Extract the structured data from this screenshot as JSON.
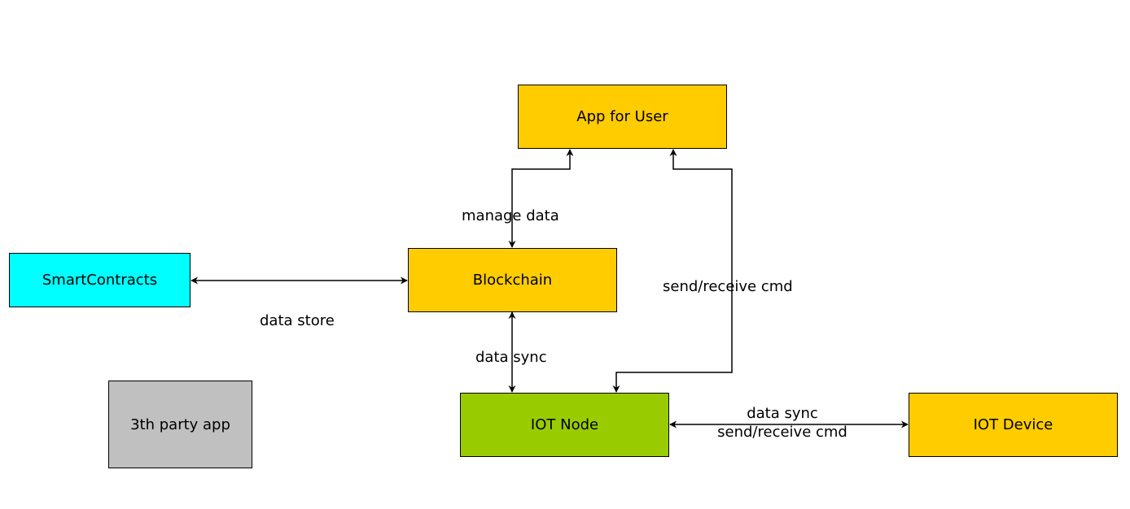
{
  "nodes": {
    "app_for_user": {
      "label": "App for User",
      "fill": "#FFCC00"
    },
    "blockchain": {
      "label": "Blockchain",
      "fill": "#FFCC00"
    },
    "smart_contracts": {
      "label": "SmartContracts",
      "fill": "#00FFFF"
    },
    "iot_node": {
      "label": "IOT Node",
      "fill": "#99CC00"
    },
    "iot_device": {
      "label": "IOT Device",
      "fill": "#FFCC00"
    },
    "third_party_app": {
      "label": "3th party app",
      "fill": "#C0C0C0"
    }
  },
  "edges": {
    "app_blockchain": {
      "label": "manage data",
      "from": "Blockchain",
      "to": "App for User",
      "direction": "both"
    },
    "smartcontracts_blockchain": {
      "label": "data store",
      "from": "SmartContracts",
      "to": "Blockchain",
      "direction": "both"
    },
    "blockchain_iotnode": {
      "label": "data sync",
      "from": "Blockchain",
      "to": "IOT Node",
      "direction": "both"
    },
    "app_iotnode": {
      "label": "send/receive cmd",
      "from": "IOT Node",
      "to": "App for User",
      "direction": "both"
    },
    "iotnode_iotdevice": {
      "label_line1": "data sync",
      "label_line2": "send/receive cmd",
      "from": "IOT Node",
      "to": "IOT Device",
      "direction": "both"
    }
  },
  "colors": {
    "stroke": "#000000",
    "background": "#FFFFFF"
  }
}
